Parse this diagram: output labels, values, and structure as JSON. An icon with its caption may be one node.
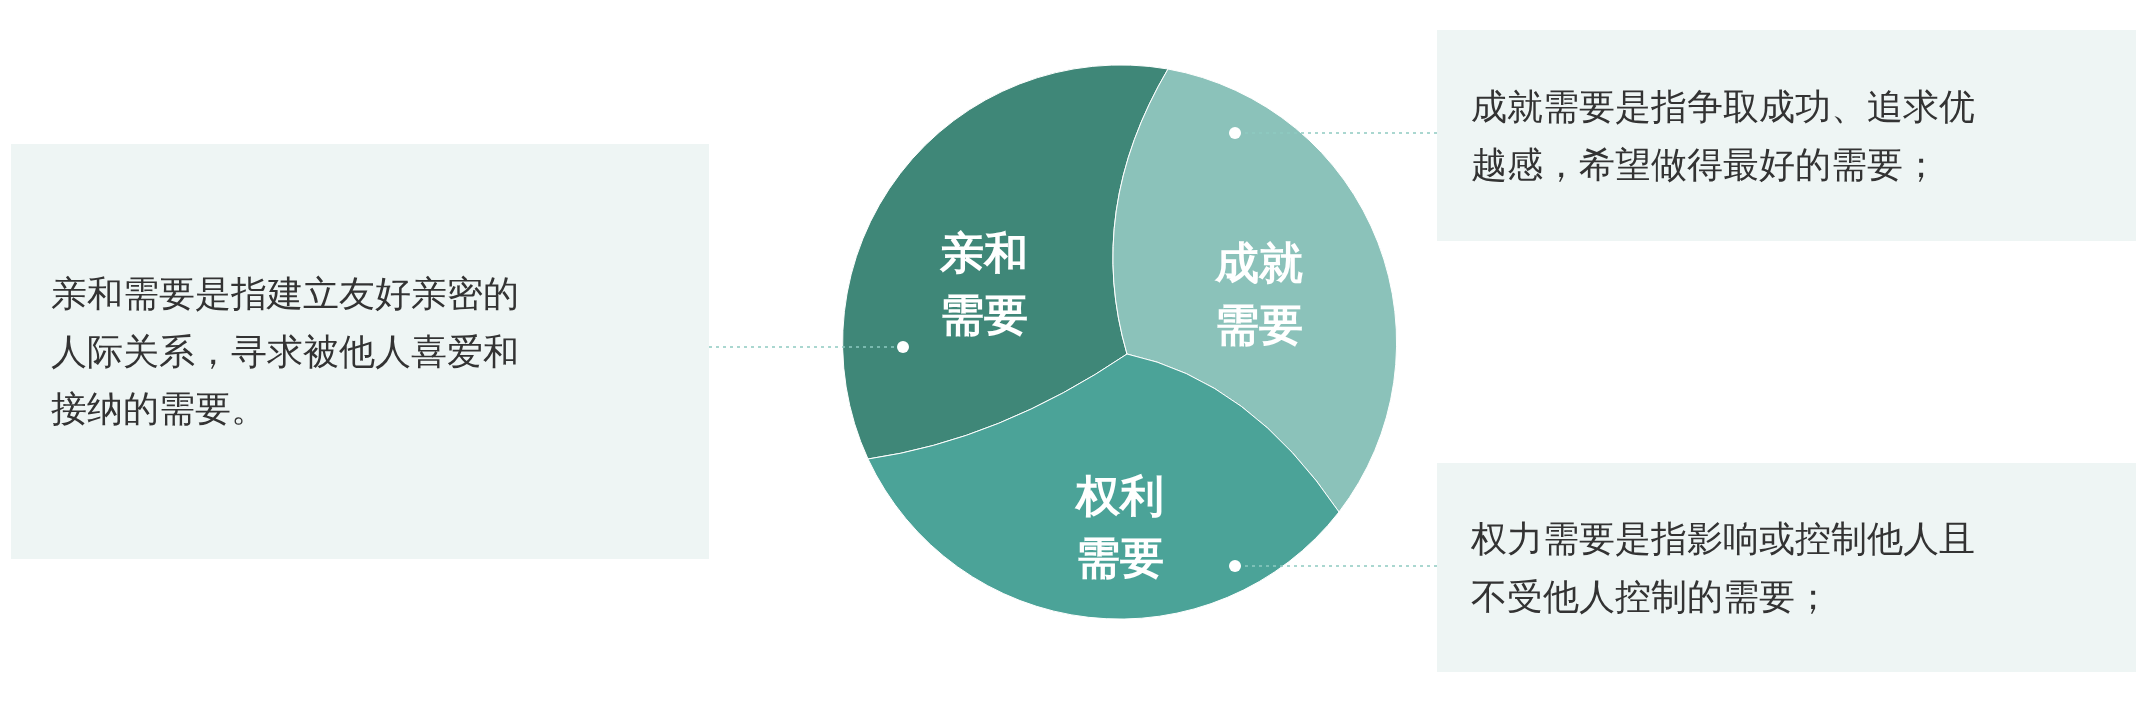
{
  "diagram": {
    "nodes": [
      {
        "text": [
          "亲和需要是指建立友好亲密的人际关系，寻求被他人喜爱和接纳的需要。"
        ]
      },
      {
        "text": [
          "亲和需要"
        ]
      },
      {
        "text": [
          "成就需要"
        ]
      },
      {
        "text": [
          "权利需要"
        ]
      },
      {
        "text": [
          "成就需要是指争取成功、追求优越感，希望做得最好的需要；"
        ]
      },
      {
        "text": [
          "权力需要是指影响或控制他人且不受他人控制的需要；"
        ]
      }
    ],
    "edges": [
      {
        "from": 0,
        "to": 1,
        "arrow": "other",
        "style": "dashed"
      },
      {
        "from": 4,
        "to": 2,
        "arrow": "other",
        "style": "dashed"
      },
      {
        "from": 5,
        "to": 3,
        "arrow": "other",
        "style": "dashed"
      }
    ]
  }
}
